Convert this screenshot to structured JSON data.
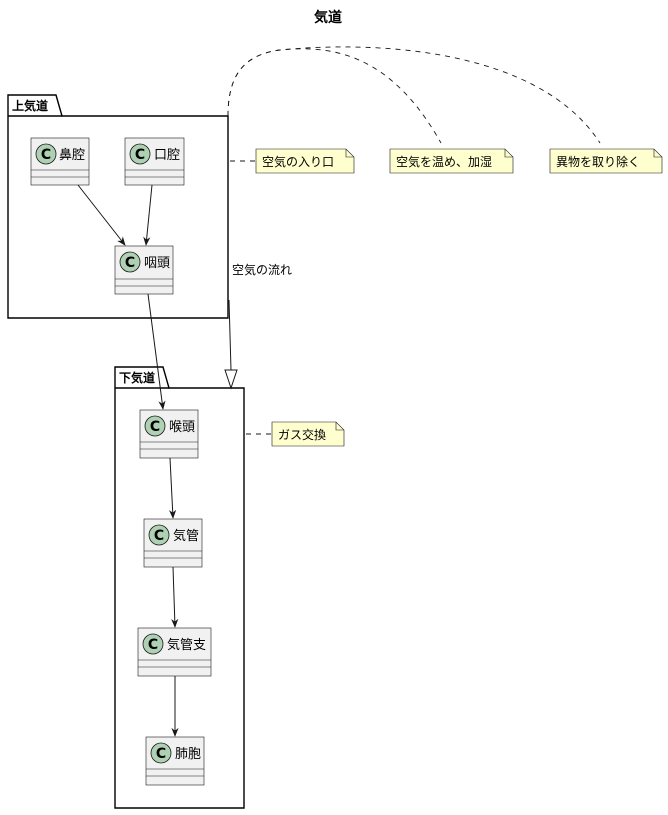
{
  "title": "気道",
  "packages": {
    "upper": "上気道",
    "lower": "下気道"
  },
  "classes": {
    "nasal_cavity": "鼻腔",
    "oral_cavity": "口腔",
    "pharynx": "咽頭",
    "larynx": "喉頭",
    "trachea": "気管",
    "bronchi": "気管支",
    "alveoli": "肺胞"
  },
  "class_marker": "C",
  "notes": {
    "entrance": "空気の入り口",
    "warm": "空気を温め、加湿",
    "remove": "異物を取り除く",
    "gas": "ガス交換"
  },
  "edges": {
    "airflow_label": "空気の流れ"
  }
}
